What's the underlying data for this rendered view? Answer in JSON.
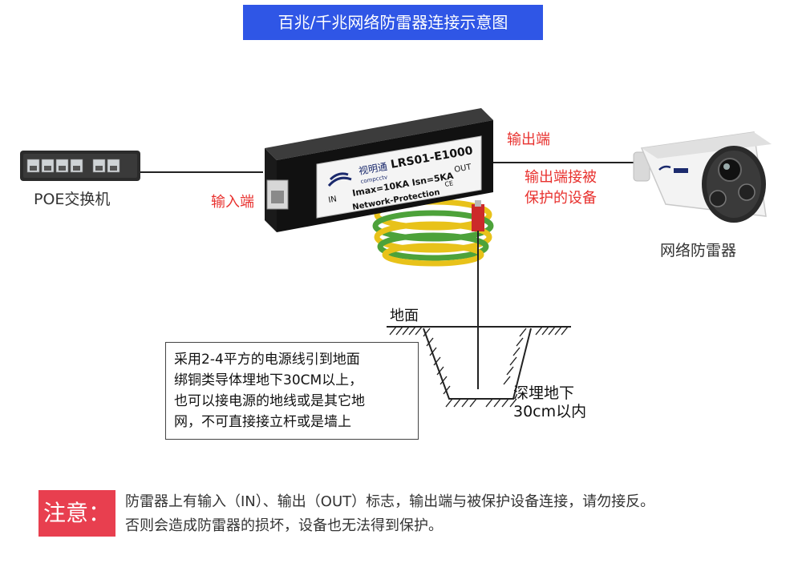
{
  "title": "百兆/千兆网络防雷器连接示意图",
  "labels": {
    "switch": "POE交换机",
    "input_port": "输入端",
    "output_port": "输出端",
    "output_note_line1": "输出端接被",
    "output_note_line2": "保护的设备",
    "camera": "网络防雷器",
    "ground": "地面"
  },
  "device": {
    "brand_cn": "视明通",
    "brand_en": "compcctv",
    "model": "LRS01-E1000",
    "spec": "Imax=10KA  Isn=5KA",
    "name": "Network-Protection",
    "in": "IN",
    "out": "OUT",
    "mark": "CE"
  },
  "note": {
    "line1": "采用2-4平方的电源线引到地面",
    "line2": "绑铜类导体埋地下30CM以上，",
    "line3": "也可以接电源的地线或是其它地",
    "line4": "网，不可直接接立杆或是墙上"
  },
  "depth": {
    "line1": "深埋地下",
    "line2": "30cm以内"
  },
  "warning": {
    "badge": "注意：",
    "line1": "防雷器上有输入（IN）、输出（OUT）标志，输出端与被保护设备连接，请勿接反。",
    "line2": "否则会造成防雷器的损坏，设备也无法得到保护。"
  },
  "colors": {
    "banner": "#2f56e6",
    "accent_red": "#e8322f",
    "badge": "#e83f4f",
    "coil_yellow": "#e8c21a",
    "coil_green": "#4da23a"
  }
}
